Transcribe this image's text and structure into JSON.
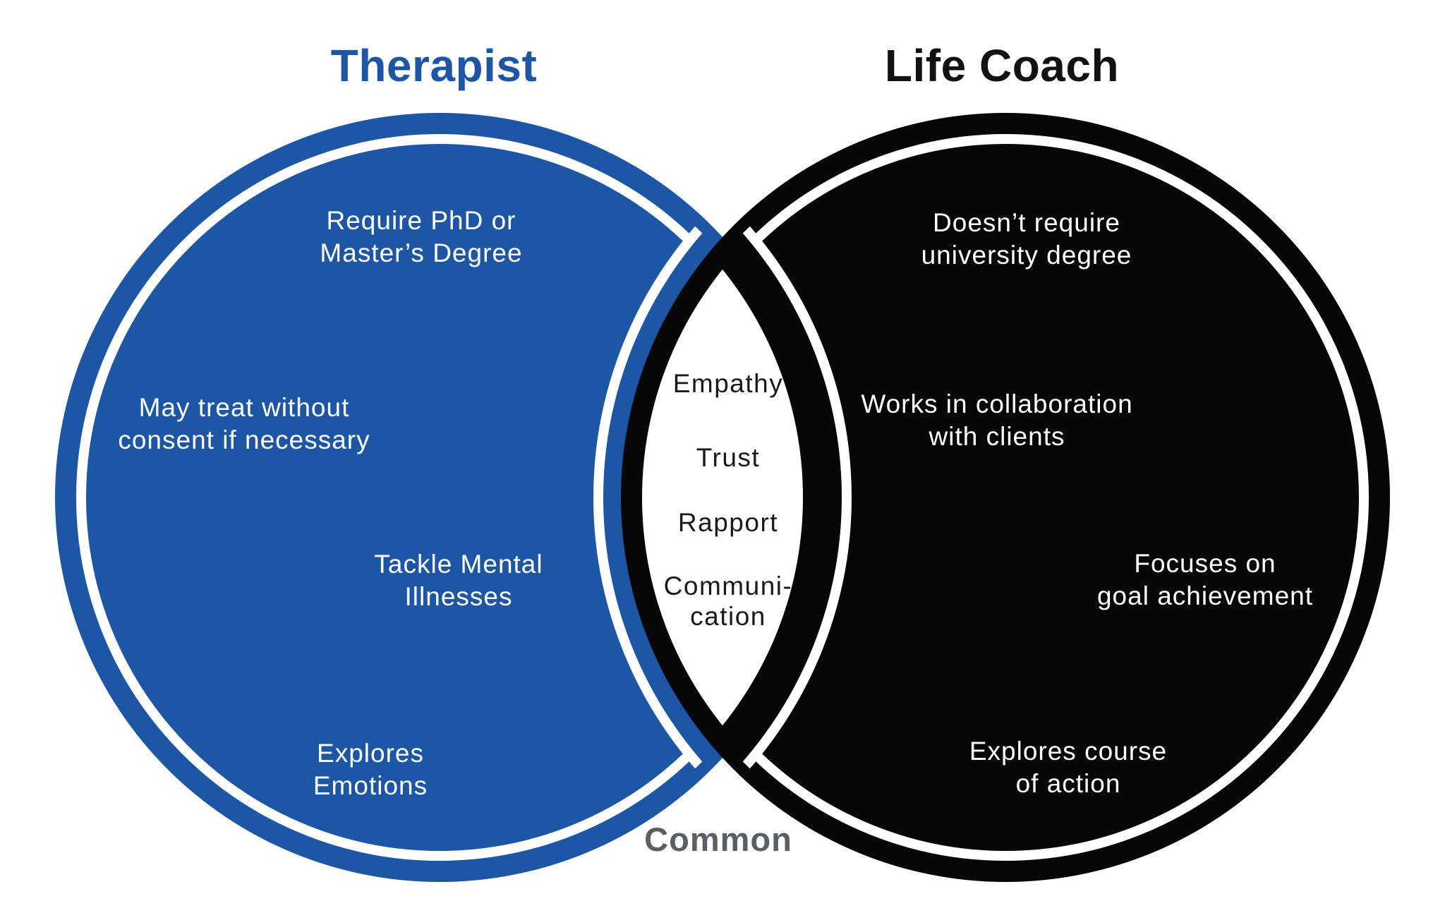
{
  "diagram": {
    "type": "venn",
    "left_title": "Therapist",
    "right_title": "Life Coach",
    "overlap_label": "Common",
    "colors": {
      "background": "#FFFFFF",
      "left_circle": "#1D56A5",
      "right_circle": "#070707",
      "left_title": "#1D56A5",
      "right_title": "#121212",
      "overlap_label": "#5A5F64",
      "circle_text": "#FFFFFF",
      "overlap_text": "#1A1A1A",
      "ring": "#FFFFFF"
    },
    "left_items": [
      {
        "lines": [
          "Require PhD or",
          "Master’s Degree"
        ]
      },
      {
        "lines": [
          "May treat without",
          "consent if necessary"
        ]
      },
      {
        "lines": [
          "Tackle Mental",
          "Illnesses"
        ]
      },
      {
        "lines": [
          "Explores",
          "Emotions"
        ]
      }
    ],
    "right_items": [
      {
        "lines": [
          "Doesn’t require",
          "university degree"
        ]
      },
      {
        "lines": [
          "Works in collaboration",
          "with clients"
        ]
      },
      {
        "lines": [
          "Focuses on",
          "goal achievement"
        ]
      },
      {
        "lines": [
          "Explores course",
          "of action"
        ]
      }
    ],
    "overlap_items": [
      {
        "lines": [
          "Empathy"
        ]
      },
      {
        "lines": [
          "Trust"
        ]
      },
      {
        "lines": [
          "Rapport"
        ]
      },
      {
        "lines": [
          "Communi-",
          "cation"
        ]
      }
    ]
  }
}
